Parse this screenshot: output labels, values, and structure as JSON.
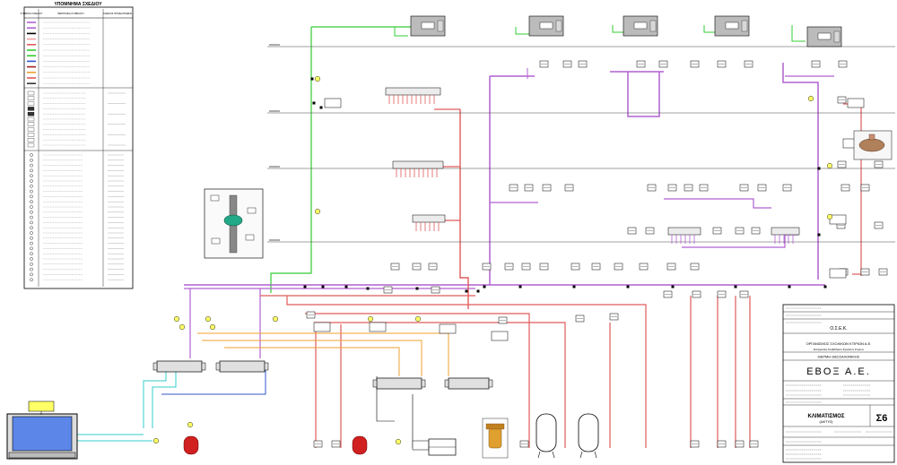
{
  "legend": {
    "title": "ΥΠΟΜΝΗΜΑ ΣΧΕΔΙΟΥ",
    "col_symbol": "ΣΥΜΒΟΛΟ ΣΧΕΔΙΟΥ",
    "col_description": "ΠΕΡΙΓΡΑΦΗ ΣΥΜΒΟΛΟΥ",
    "col_code": "ΚΩΔΙΚΟΣ ΠΡΟΔΙΑΓΡΑΦΗΣ"
  },
  "colors": {
    "hot_supply": "#e05a5a",
    "hot_return": "#f4a0a0",
    "chilled": "#b060d0",
    "green_line": "#33cc33",
    "orange_line": "#f0a030",
    "cyan_line": "#33cccc",
    "blue_line": "#3355cc",
    "dark_red": "#a02020",
    "chiller_body": "#5c86e8",
    "expansion_tank": "#d02020",
    "fan_coil": "#bbbbbb",
    "tag_yellow": "#ffff66"
  },
  "title_block": {
    "client_abbr": "Ο.Σ.Ε.Κ.",
    "client_full": "ΟΡΓΑΝΙΣΜΟΣ ΣΧΟΛΙΚΩΝ ΚΤΙΡΙΩΝ Α.Ε.",
    "project": "Ενεργειακή Αναβάθμιση Σχολικών Κτιρίων",
    "location": "ΘΕΡΜΗ ΘΕΣΣΑΛΟΝΙΚΗΣ",
    "company_logo": "ΕΒΟΞ Α.Ε.",
    "drawing_title": "ΚΛΙΜΑΤΙΣΜΟΣ",
    "drawing_subtitle": "(ΔΙΚΤΥΟ)",
    "drawing_number": "Σ6"
  },
  "icons": [
    "chiller-unit-icon",
    "expansion-tank-icon",
    "storage-tank-icon",
    "fan-coil-icon",
    "valve-icon",
    "pump-icon",
    "manifold-icon",
    "gauge-icon",
    "strainer-icon"
  ]
}
